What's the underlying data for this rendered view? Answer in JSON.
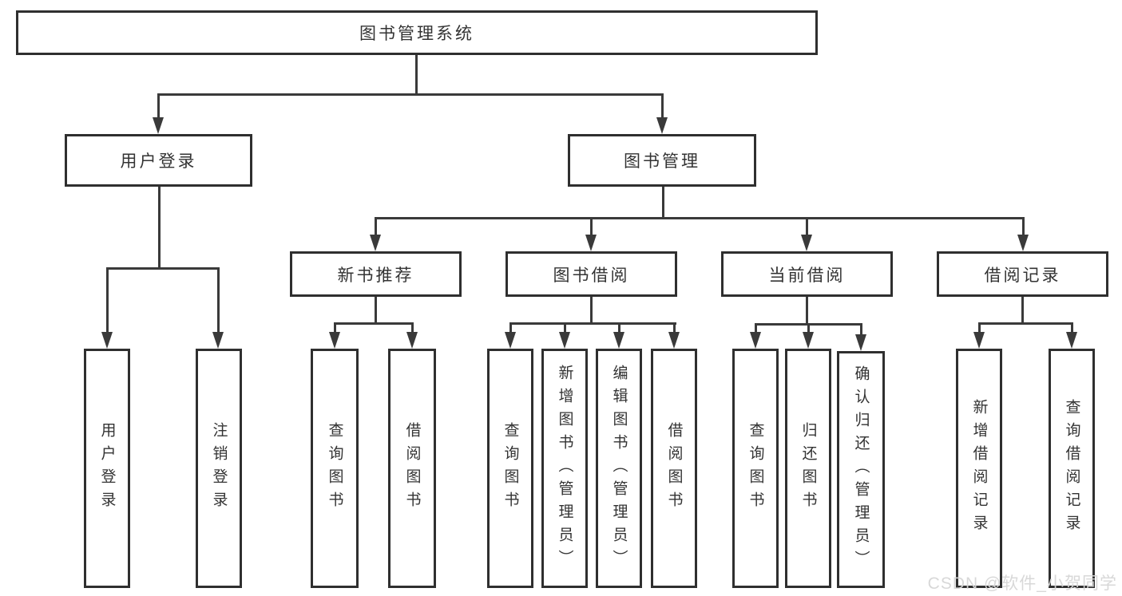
{
  "colors": {
    "line": "#3a3a3a",
    "box_border": "#2f2f2f",
    "text": "#333333",
    "watermark": "#d6d6d6",
    "background": "#ffffff"
  },
  "watermark": "CSDN @软件_小贺同学",
  "tree": {
    "root": {
      "label": "图书管理系统",
      "children": [
        {
          "label": "用户登录",
          "children": [
            {
              "label": "用户登录"
            },
            {
              "label": "注销登录"
            }
          ]
        },
        {
          "label": "图书管理",
          "children": [
            {
              "label": "新书推荐",
              "children": [
                {
                  "label": "查询图书"
                },
                {
                  "label": "借阅图书"
                }
              ]
            },
            {
              "label": "图书借阅",
              "children": [
                {
                  "label": "查询图书"
                },
                {
                  "label": "新增图书（管理员）"
                },
                {
                  "label": "编辑图书（管理员）"
                },
                {
                  "label": "借阅图书"
                }
              ]
            },
            {
              "label": "当前借阅",
              "children": [
                {
                  "label": "查询图书"
                },
                {
                  "label": "归还图书"
                },
                {
                  "label": "确认归还（管理员）"
                }
              ]
            },
            {
              "label": "借阅记录",
              "children": [
                {
                  "label": "新增借阅记录"
                },
                {
                  "label": "查询借阅记录"
                }
              ]
            }
          ]
        }
      ]
    }
  }
}
